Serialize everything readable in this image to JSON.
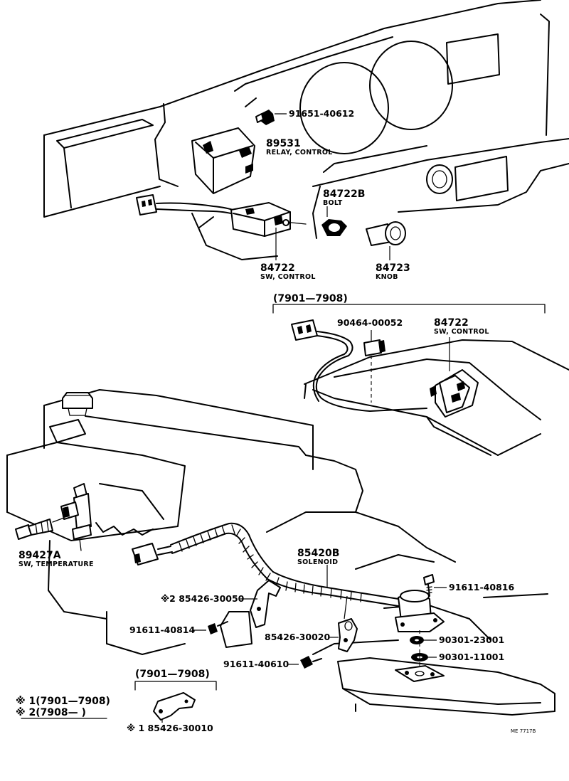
{
  "callouts": {
    "screw_top": {
      "part": "91651-40612"
    },
    "relay": {
      "part": "89531",
      "name": "RELAY, CONTROL"
    },
    "bolt": {
      "part": "84722B",
      "name": "BOLT"
    },
    "knob": {
      "part": "84723",
      "name": "KNOB"
    },
    "sw_control": {
      "part": "84722",
      "name": "SW, CONTROL"
    },
    "inset_range": "(7901—7908)",
    "inset_clip": {
      "part": "90464-00052"
    },
    "inset_sw": {
      "part": "84722",
      "name": "SW, CONTROL"
    },
    "sw_temp": {
      "part": "89427A",
      "name": "SW, TEMPERATURE"
    },
    "solenoid": {
      "part": "85420B",
      "name": "SOLENOID"
    },
    "bolt_solenoid": {
      "part": "91611-40816"
    },
    "bracket2": {
      "part": "※2 85426-30050"
    },
    "bolt_bracket2": {
      "part": "91611-40814"
    },
    "clamp": {
      "part": "85426-30020"
    },
    "bolt_clamp": {
      "part": "91611-40610"
    },
    "washer1": {
      "part": "90301-23001"
    },
    "washer2": {
      "part": "90301-11001"
    },
    "lower_range": "(7901—7908)",
    "bracket1": {
      "part": "※ 1 85426-30010"
    }
  },
  "notes": {
    "note1": "※ 1(7901—7908)",
    "note2": "※ 2(7908—      )"
  },
  "ref_code": "ME 7717B"
}
